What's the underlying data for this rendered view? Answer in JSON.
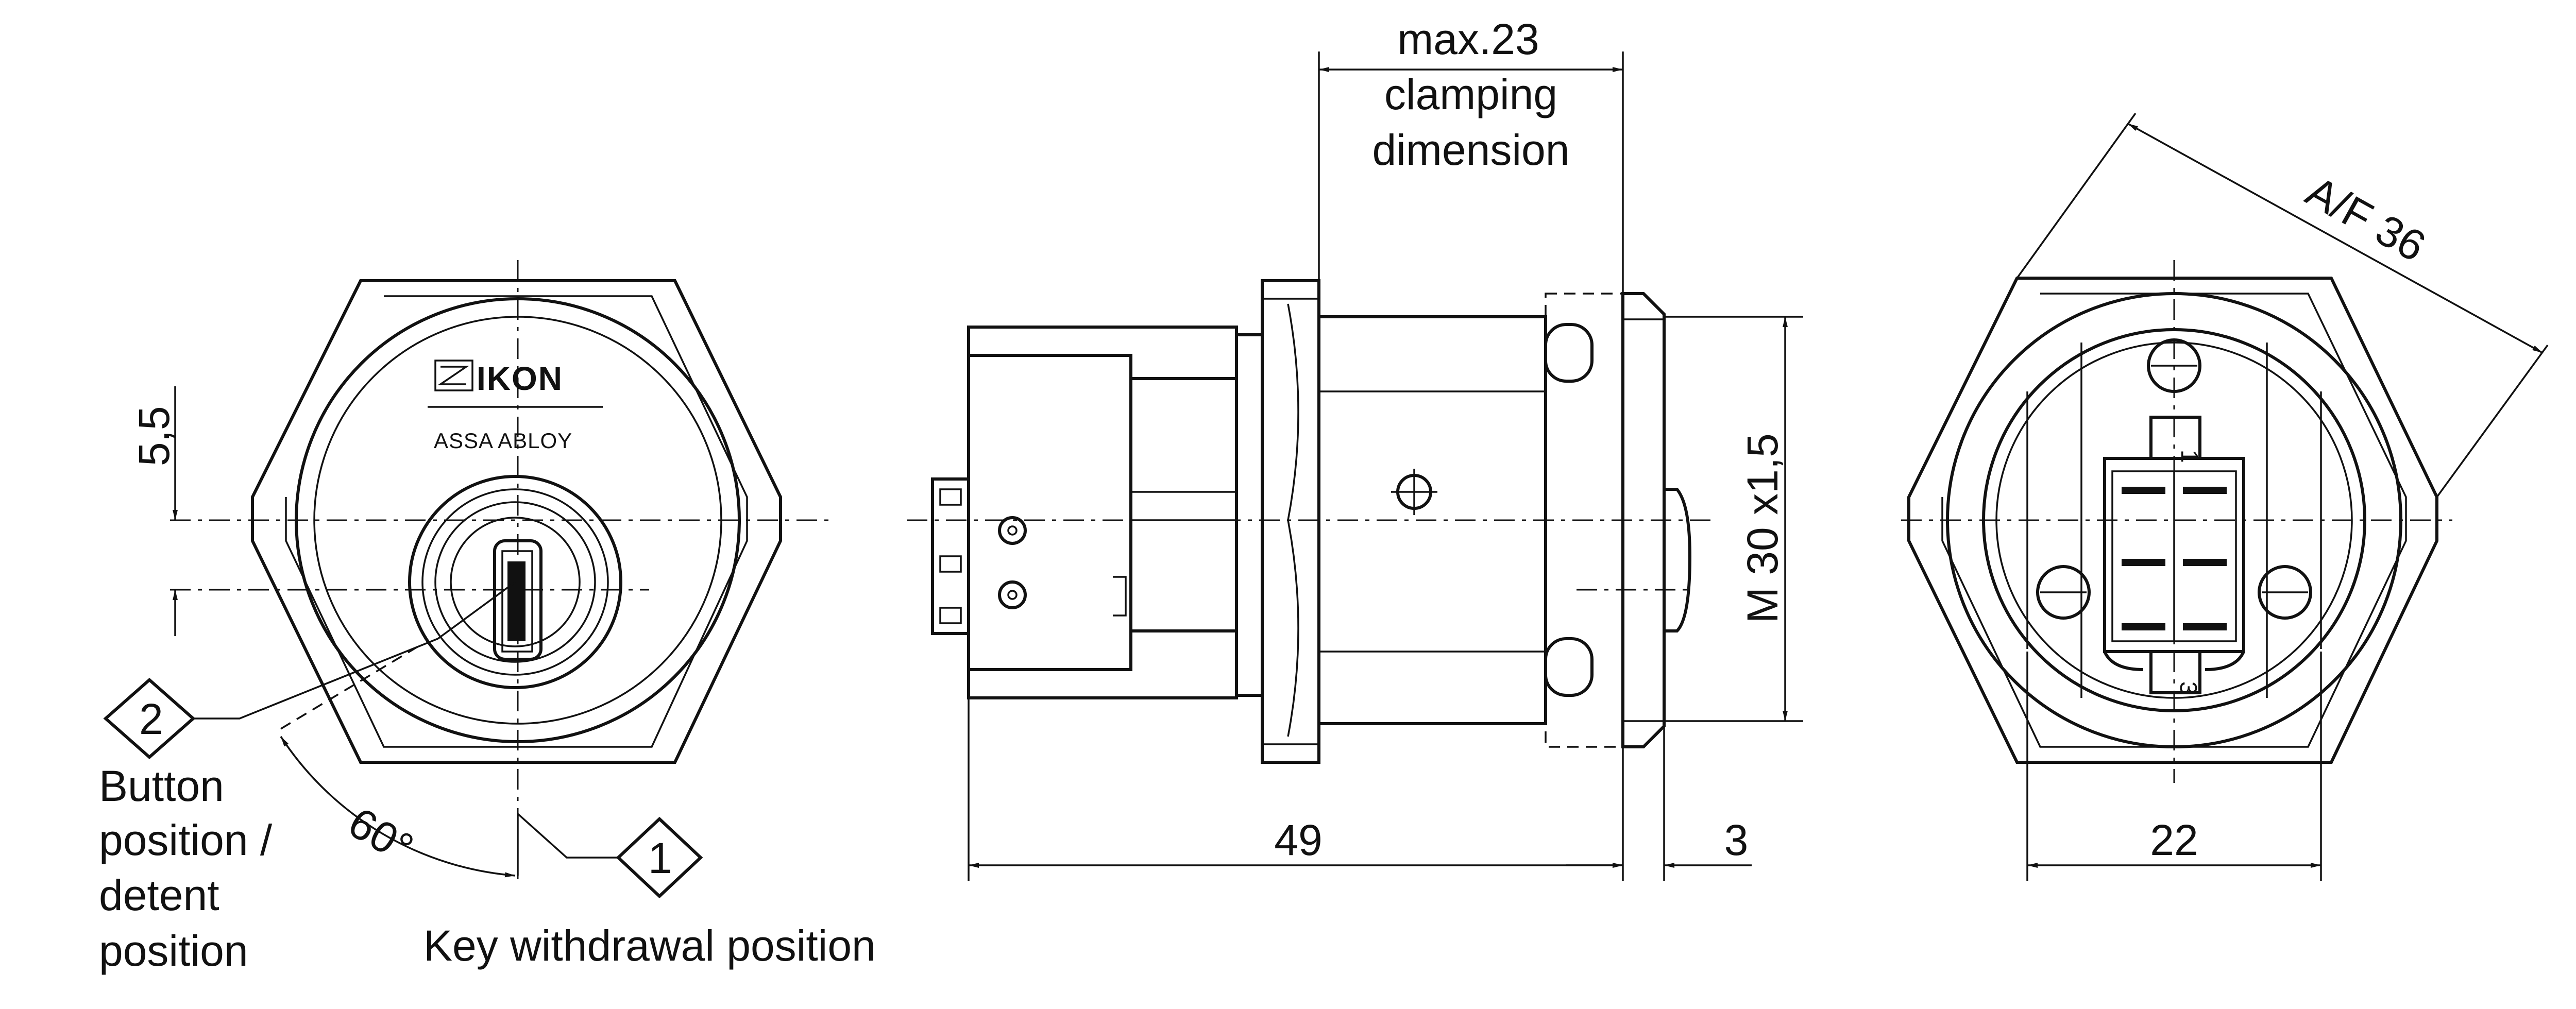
{
  "front_view": {
    "logo_brand": "IKON",
    "logo_company": "ASSA ABLOY",
    "dim_offset": "5,5",
    "marker_2": "2",
    "marker_1": "1",
    "angle": "60°",
    "note_button_lines": [
      "Button",
      "position /",
      "detent",
      "position"
    ],
    "note_key_withdrawal": "Key withdrawal position"
  },
  "side_view": {
    "dim_clamping_lines": [
      "max.23",
      "clamping",
      "dimension"
    ],
    "dim_thread": "M 30 x1,5",
    "dim_length": "49",
    "dim_flange": "3"
  },
  "rear_view": {
    "dim_across_flats": "A/F 36",
    "dim_width": "22",
    "switch_marks": [
      "1",
      "3"
    ]
  }
}
